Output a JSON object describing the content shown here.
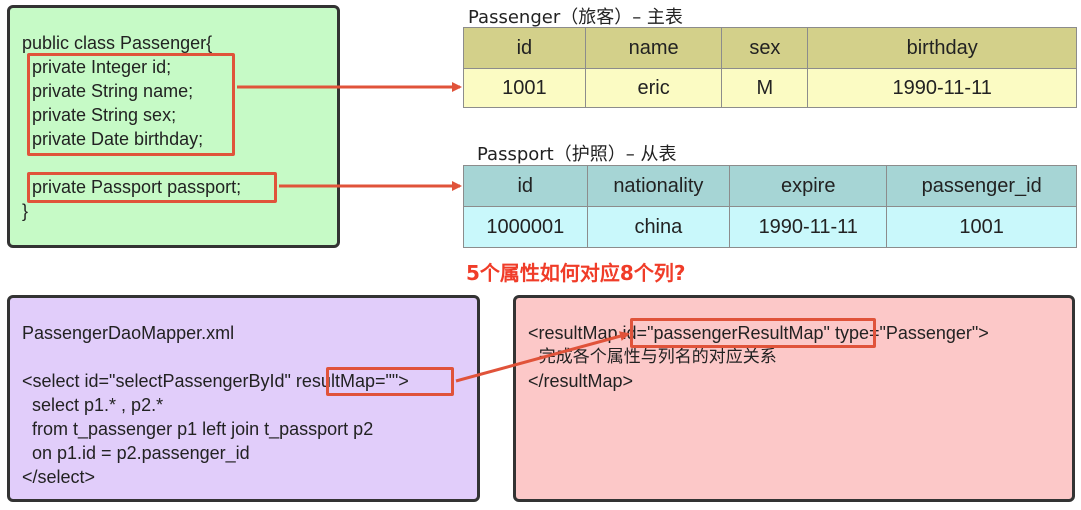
{
  "class_block": {
    "lines": [
      "public class Passenger{",
      "  private Integer id;",
      "  private String name;",
      "  private String sex;",
      "  private Date birthday;",
      "",
      "  private Passport passport;",
      "}"
    ]
  },
  "passenger_table": {
    "title": "Passenger（旅客）– 主表",
    "headers": [
      "id",
      "name",
      "sex",
      "birthday"
    ],
    "rows": [
      [
        "1001",
        "eric",
        "M",
        "1990-11-11"
      ]
    ]
  },
  "passport_table": {
    "title": "Passport（护照）– 从表",
    "headers": [
      "id",
      "nationality",
      "expire",
      "passenger_id"
    ],
    "rows": [
      [
        "1000001",
        "china",
        "1990-11-11",
        "1001"
      ]
    ]
  },
  "question": "5个属性如何对应8个列?",
  "mapper_block": {
    "filename": "PassengerDaoMapper.xml",
    "lines": [
      "<select id=\"selectPassengerById\" resultMap=\"\">",
      "  select p1.* , p2.*",
      "  from t_passenger p1 left join t_passport p2",
      "  on p1.id = p2.passenger_id",
      "</select>"
    ]
  },
  "resultmap_block": {
    "lines": [
      "<resultMap id=\"passengerResultMap\" type=\"Passenger\">",
      "  完成各个属性与列名的对应关系",
      "</resultMap>"
    ]
  },
  "colors": {
    "class_bg": "#c6fac6",
    "mapper_bg": "#e1cdfa",
    "resultmap_bg": "#fcc8c8",
    "highlight": "#e0533a",
    "question": "#f03c28"
  }
}
